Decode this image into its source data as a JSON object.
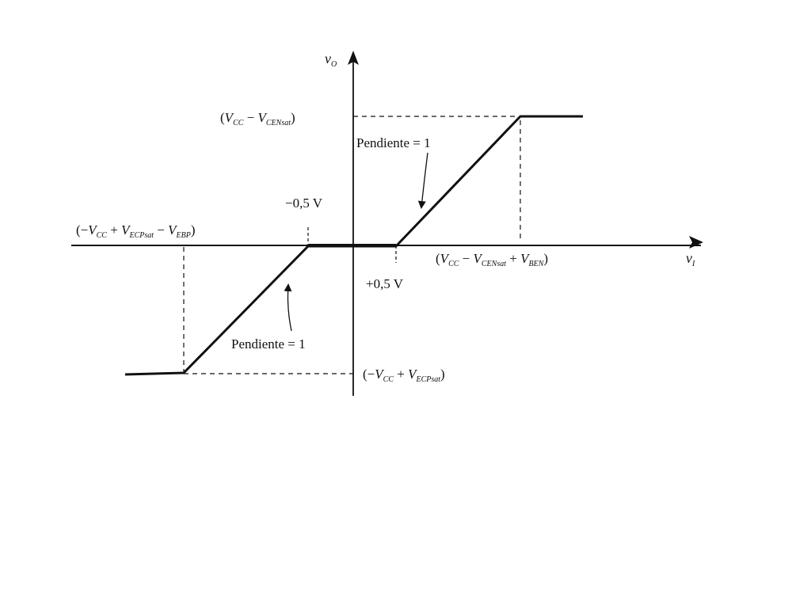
{
  "diagram": {
    "colors": {
      "ink": "#111111",
      "background": "#ffffff"
    },
    "axes": {
      "x_label": {
        "main": "v",
        "sub": "I"
      },
      "y_label": {
        "main": "v",
        "sub": "O"
      }
    },
    "labels": {
      "y_top": {
        "open": "(",
        "a": "V",
        "a_sub": "CC",
        "op": " − ",
        "b": "V",
        "b_sub": "CENsat",
        "close": ")"
      },
      "y_bottom": {
        "open": "(−",
        "a": "V",
        "a_sub": "CC",
        "op": " + ",
        "b": "V",
        "b_sub": "ECPsat",
        "close": ")"
      },
      "x_right": {
        "open": "(",
        "a": "V",
        "a_sub": "CC",
        "op1": " − ",
        "b": "V",
        "b_sub": "CENsat",
        "op2": " + ",
        "c": "V",
        "c_sub": "BEN",
        "close": ")"
      },
      "x_left": {
        "open": "(−",
        "a": "V",
        "a_sub": "CC",
        "op1": " + ",
        "b": "V",
        "b_sub": "ECPsat",
        "op2": " − ",
        "c": "V",
        "c_sub": "EBP",
        "close": ")"
      },
      "minus_half_volt": "−0,5 V",
      "plus_half_volt": "+0,5 V",
      "slope_upper": "Pendiente = 1",
      "slope_lower": "Pendiente = 1"
    }
  }
}
